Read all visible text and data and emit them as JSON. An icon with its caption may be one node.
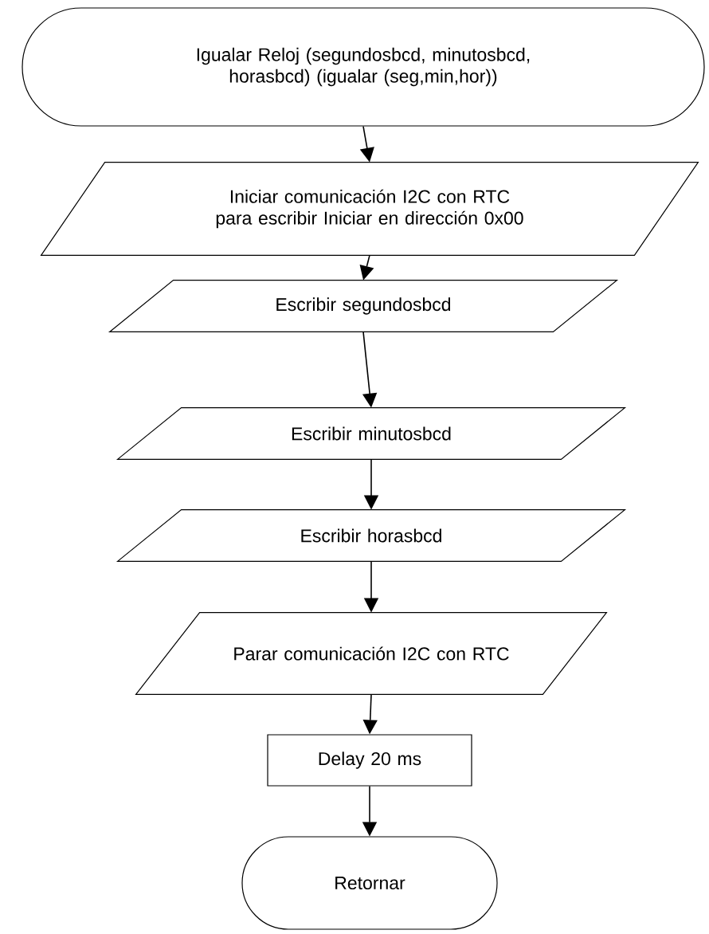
{
  "diagram": {
    "nodes": [
      {
        "text": [
          "Igualar Reloj (segundosbcd, minutosbcd, horasbcd) (igualar (seg,min,hor))"
        ]
      },
      {
        "text": [
          "Iniciar comunicación I2C con RTC para escribir Iniciar en dirección 0x00"
        ]
      },
      {
        "text": [
          "Escribir segundosbcd"
        ]
      },
      {
        "text": [
          "Escribir minutosbcd"
        ]
      },
      {
        "text": [
          "Escribir horasbcd"
        ]
      },
      {
        "text": [
          "Parar comunicación I2C con RTC"
        ]
      },
      {
        "text": [
          "Delay 20 ms"
        ]
      },
      {
        "text": [
          "Retornar"
        ]
      }
    ],
    "edges": [
      {
        "from": 0,
        "to": 1,
        "arrow": "to"
      },
      {
        "from": 1,
        "to": 2,
        "arrow": "to"
      },
      {
        "from": 2,
        "to": 3,
        "arrow": "to"
      },
      {
        "from": 3,
        "to": 4,
        "arrow": "to"
      },
      {
        "from": 4,
        "to": 5,
        "arrow": "to"
      },
      {
        "from": 5,
        "to": 6,
        "arrow": "to"
      },
      {
        "from": 6,
        "to": 7,
        "arrow": "to"
      }
    ]
  }
}
